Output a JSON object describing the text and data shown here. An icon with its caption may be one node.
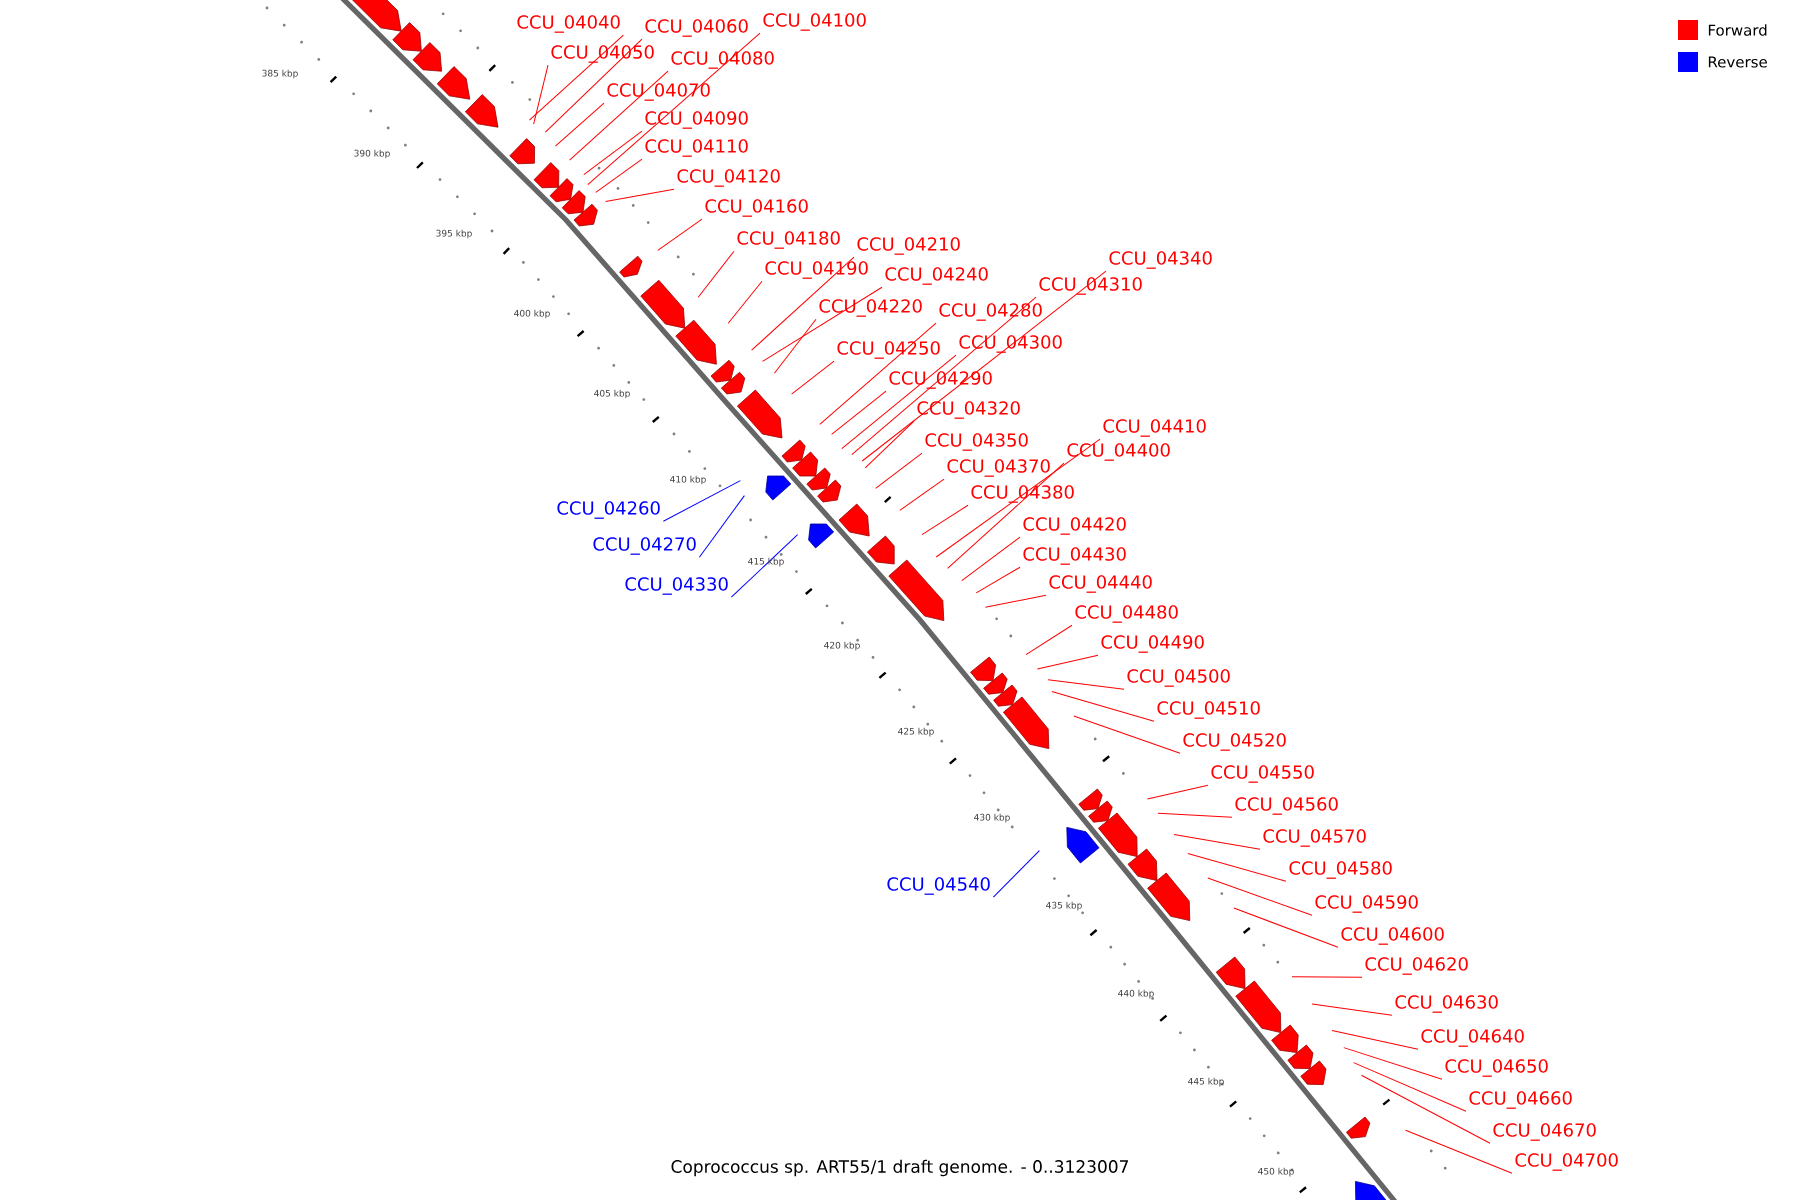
{
  "diagram": {
    "caption": "Coprococcus sp. ART55/1 draft genome. - 0..3123007",
    "nodes": [
      {
        "text": [
          "CCU_04040"
        ]
      },
      {
        "text": [
          "CCU_04050"
        ]
      },
      {
        "text": [
          "CCU_04060"
        ]
      },
      {
        "text": [
          "CCU_04070"
        ]
      },
      {
        "text": [
          "CCU_04080"
        ]
      },
      {
        "text": [
          "CCU_04090"
        ]
      },
      {
        "text": [
          "CCU_04100"
        ]
      },
      {
        "text": [
          "CCU_04110"
        ]
      },
      {
        "text": [
          "CCU_04120"
        ]
      },
      {
        "text": [
          "CCU_04160"
        ]
      },
      {
        "text": [
          "CCU_04180"
        ]
      },
      {
        "text": [
          "CCU_04190"
        ]
      },
      {
        "text": [
          "CCU_04210"
        ]
      },
      {
        "text": [
          "CCU_04220"
        ]
      },
      {
        "text": [
          "CCU_04240"
        ]
      },
      {
        "text": [
          "CCU_04250"
        ]
      },
      {
        "text": [
          "CCU_04260"
        ]
      },
      {
        "text": [
          "CCU_04270"
        ]
      },
      {
        "text": [
          "CCU_04280"
        ]
      },
      {
        "text": [
          "CCU_04290"
        ]
      },
      {
        "text": [
          "CCU_04300"
        ]
      },
      {
        "text": [
          "CCU_04310"
        ]
      },
      {
        "text": [
          "CCU_04320"
        ]
      },
      {
        "text": [
          "CCU_04330"
        ]
      },
      {
        "text": [
          "CCU_04340"
        ]
      },
      {
        "text": [
          "CCU_04350"
        ]
      },
      {
        "text": [
          "CCU_04370"
        ]
      },
      {
        "text": [
          "CCU_04380"
        ]
      },
      {
        "text": [
          "CCU_04400"
        ]
      },
      {
        "text": [
          "CCU_04410"
        ]
      },
      {
        "text": [
          "CCU_04420"
        ]
      },
      {
        "text": [
          "CCU_04430"
        ]
      },
      {
        "text": [
          "CCU_04440"
        ]
      },
      {
        "text": [
          "CCU_04480"
        ]
      },
      {
        "text": [
          "CCU_04490"
        ]
      },
      {
        "text": [
          "CCU_04500"
        ]
      },
      {
        "text": [
          "CCU_04510"
        ]
      },
      {
        "text": [
          "CCU_04520"
        ]
      },
      {
        "text": [
          "CCU_04540"
        ]
      },
      {
        "text": [
          "CCU_04550"
        ]
      },
      {
        "text": [
          "CCU_04560"
        ]
      },
      {
        "text": [
          "CCU_04570"
        ]
      },
      {
        "text": [
          "CCU_04580"
        ]
      },
      {
        "text": [
          "CCU_04590"
        ]
      },
      {
        "text": [
          "CCU_04600"
        ]
      },
      {
        "text": [
          "CCU_04620"
        ]
      },
      {
        "text": [
          "CCU_04630"
        ]
      },
      {
        "text": [
          "CCU_04640"
        ]
      },
      {
        "text": [
          "CCU_04650"
        ]
      },
      {
        "text": [
          "CCU_04660"
        ]
      },
      {
        "text": [
          "CCU_04670"
        ]
      },
      {
        "text": [
          "CCU_04700"
        ]
      }
    ],
    "edges": [
      {
        "from": 0,
        "to": null,
        "arrow": "none"
      },
      {
        "from": 1,
        "to": null,
        "arrow": "none"
      },
      {
        "from": 2,
        "to": null,
        "arrow": "none"
      },
      {
        "from": 3,
        "to": null,
        "arrow": "none"
      },
      {
        "from": 4,
        "to": null,
        "arrow": "none"
      },
      {
        "from": 5,
        "to": null,
        "arrow": "none"
      },
      {
        "from": 6,
        "to": null,
        "arrow": "none"
      },
      {
        "from": 7,
        "to": null,
        "arrow": "none"
      },
      {
        "from": 8,
        "to": null,
        "arrow": "none"
      },
      {
        "from": 9,
        "to": null,
        "arrow": "none"
      },
      {
        "from": 10,
        "to": null,
        "arrow": "none"
      },
      {
        "from": 11,
        "to": null,
        "arrow": "none"
      },
      {
        "from": 12,
        "to": null,
        "arrow": "none"
      },
      {
        "from": 13,
        "to": null,
        "arrow": "none"
      },
      {
        "from": 14,
        "to": null,
        "arrow": "none"
      },
      {
        "from": 15,
        "to": null,
        "arrow": "none"
      },
      {
        "from": 16,
        "to": null,
        "arrow": "none",
        "color": "#0000ff"
      },
      {
        "from": 17,
        "to": null,
        "arrow": "none",
        "color": "#0000ff"
      },
      {
        "from": 18,
        "to": null,
        "arrow": "none"
      },
      {
        "from": 19,
        "to": null,
        "arrow": "none"
      },
      {
        "from": 20,
        "to": null,
        "arrow": "none"
      },
      {
        "from": 21,
        "to": null,
        "arrow": "none"
      },
      {
        "from": 22,
        "to": null,
        "arrow": "none"
      },
      {
        "from": 23,
        "to": null,
        "arrow": "none",
        "color": "#0000ff"
      },
      {
        "from": 24,
        "to": null,
        "arrow": "none"
      },
      {
        "from": 25,
        "to": null,
        "arrow": "none"
      },
      {
        "from": 26,
        "to": null,
        "arrow": "none"
      },
      {
        "from": 27,
        "to": null,
        "arrow": "none"
      },
      {
        "from": 28,
        "to": null,
        "arrow": "none"
      },
      {
        "from": 29,
        "to": null,
        "arrow": "none"
      },
      {
        "from": 30,
        "to": null,
        "arrow": "none"
      },
      {
        "from": 31,
        "to": null,
        "arrow": "none"
      },
      {
        "from": 32,
        "to": null,
        "arrow": "none"
      },
      {
        "from": 33,
        "to": null,
        "arrow": "none"
      },
      {
        "from": 34,
        "to": null,
        "arrow": "none"
      },
      {
        "from": 35,
        "to": null,
        "arrow": "none"
      },
      {
        "from": 36,
        "to": null,
        "arrow": "none"
      },
      {
        "from": 37,
        "to": null,
        "arrow": "none"
      },
      {
        "from": 38,
        "to": null,
        "arrow": "none",
        "color": "#0000ff"
      },
      {
        "from": 39,
        "to": null,
        "arrow": "none"
      },
      {
        "from": 40,
        "to": null,
        "arrow": "none"
      },
      {
        "from": 41,
        "to": null,
        "arrow": "none"
      },
      {
        "from": 42,
        "to": null,
        "arrow": "none"
      },
      {
        "from": 43,
        "to": null,
        "arrow": "none"
      },
      {
        "from": 44,
        "to": null,
        "arrow": "none"
      },
      {
        "from": 45,
        "to": null,
        "arrow": "none"
      },
      {
        "from": 46,
        "to": null,
        "arrow": "none"
      },
      {
        "from": 47,
        "to": null,
        "arrow": "none"
      },
      {
        "from": 48,
        "to": null,
        "arrow": "none"
      },
      {
        "from": 49,
        "to": null,
        "arrow": "none"
      },
      {
        "from": 50,
        "to": null,
        "arrow": "none"
      },
      {
        "from": 51,
        "to": null,
        "arrow": "none"
      }
    ],
    "labels": [
      "385 kbp",
      "390 kbp",
      "395 kbp",
      "400 kbp",
      "405 kbp",
      "410 kbp",
      "415 kbp",
      "420 kbp",
      "425 kbp",
      "430 kbp",
      "435 kbp",
      "440 kbp",
      "445 kbp",
      "450 kbp"
    ],
    "legend": [
      {
        "text": "Forward",
        "color": "#ff0000"
      },
      {
        "text": "Reverse",
        "color": "#0000ff"
      }
    ]
  }
}
